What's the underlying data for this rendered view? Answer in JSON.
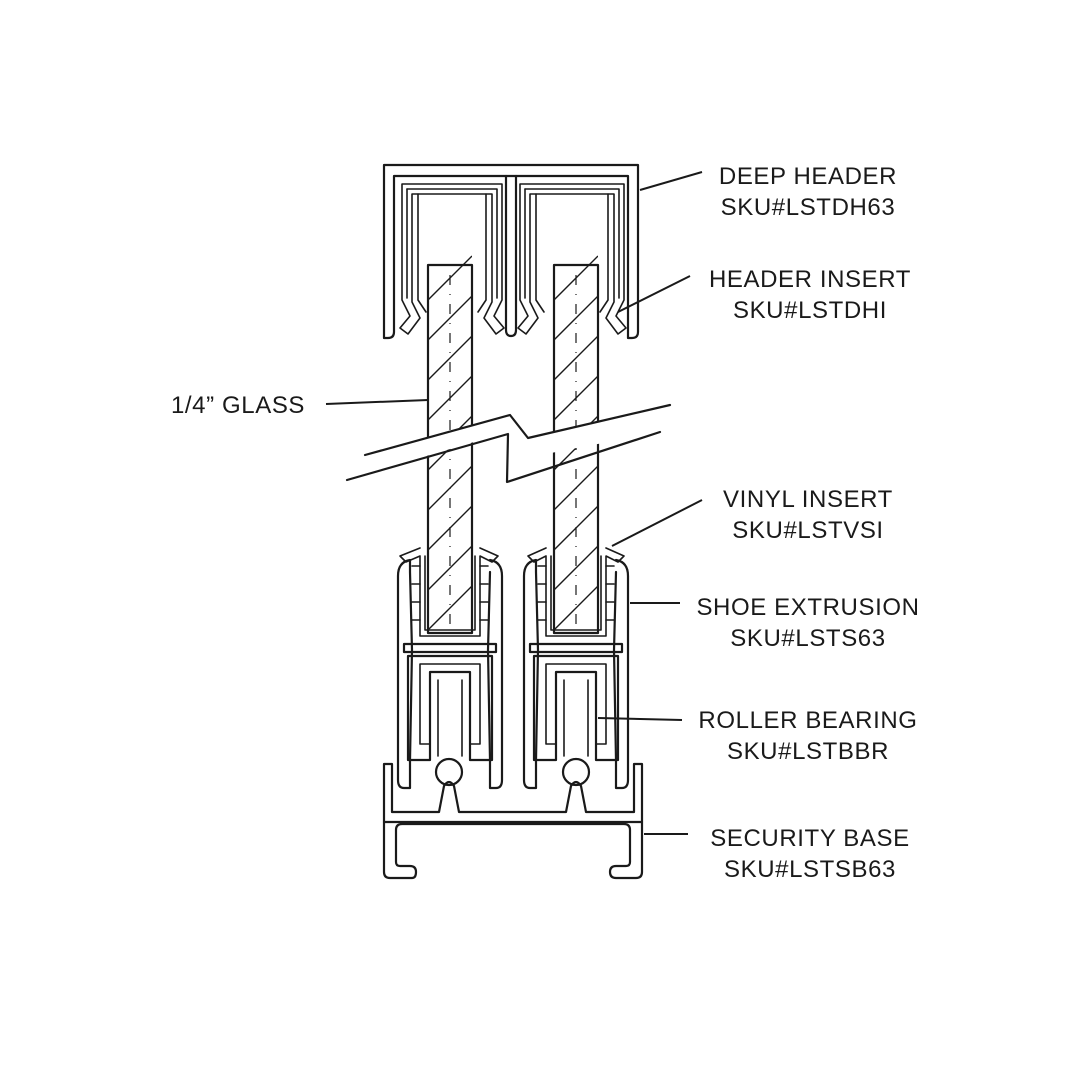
{
  "diagram": {
    "labels": {
      "deep_header": {
        "line1": "DEEP HEADER",
        "line2": "SKU#LSTDH63"
      },
      "header_insert": {
        "line1": "HEADER INSERT",
        "line2": "SKU#LSTDHI"
      },
      "glass": {
        "line1": "1/4” GLASS"
      },
      "vinyl_insert": {
        "line1": "VINYL INSERT",
        "line2": "SKU#LSTVSI"
      },
      "shoe_extrusion": {
        "line1": "SHOE EXTRUSION",
        "line2": "SKU#LSTS63"
      },
      "roller_bearing": {
        "line1": "ROLLER BEARING",
        "line2": "SKU#LSTBBR"
      },
      "security_base": {
        "line1": "SECURITY BASE",
        "line2": "SKU#LSTSB63"
      }
    },
    "colors": {
      "line": "#1a1a1a",
      "background": "#ffffff"
    }
  }
}
